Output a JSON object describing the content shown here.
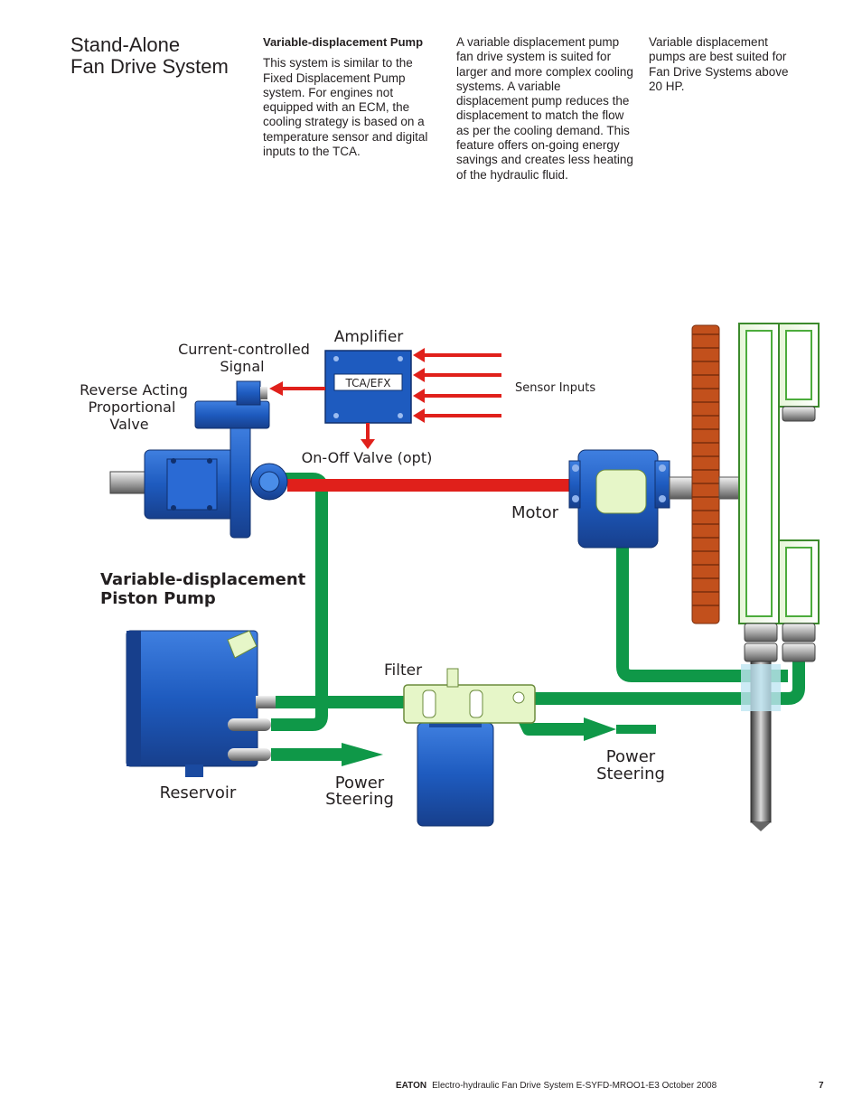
{
  "title": {
    "line1": "Stand-Alone",
    "line2": "Fan Drive System"
  },
  "columns": {
    "col1_heading": "Variable-displacement Pump",
    "col1_text": "This system is similar to the Fixed Displacement Pump system. For engines not equipped with an ECM, the cooling strategy is based on a temperature sensor and digital inputs to the TCA.",
    "col2_text": "A variable displacement pump fan drive system is suited for larger and more complex cooling systems. A variable displacement pump reduces the displacement to match the flow as per the cooling demand. This feature offers on-going energy savings and creates less heating of the hydraulic fluid.",
    "col3_text": "Variable displacement pumps are best suited for Fan Drive Systems above 20 HP."
  },
  "diagram": {
    "amplifier": "Amplifier",
    "tca": "TCA/EFX",
    "current_line1": "Current-controlled",
    "current_line2": "Signal",
    "sensor_inputs": "Sensor Inputs",
    "valve_line1": "Reverse Acting",
    "valve_line2": "Proportional",
    "valve_line3": "Valve",
    "onoff": "On-Off Valve (opt)",
    "motor": "Motor",
    "pump_line1": "Variable-displacement",
    "pump_line2": "Piston Pump",
    "filter": "Filter",
    "reservoir": "Reservoir",
    "ps_left_line1": "Power",
    "ps_left_line2": "Steering",
    "ps_right_line1": "Power",
    "ps_right_line2": "Steering",
    "colors": {
      "pressure_line": "#e0201b",
      "return_line": "#0f9848",
      "component_blue": "#1e5bbf",
      "fan": "#c2501c",
      "radiator": "#4cac3c"
    }
  },
  "footer": {
    "brand": "EATON",
    "text": "Electro-hydraulic Fan Drive System  E-SYFD-MROO1-E3  October 2008",
    "page": "7"
  }
}
